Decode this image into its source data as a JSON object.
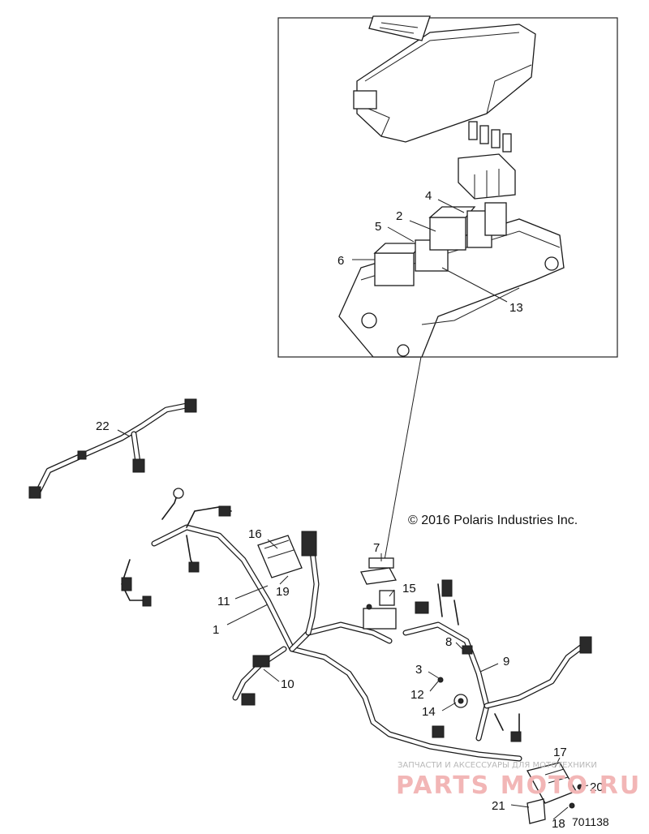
{
  "callouts": {
    "c1": "1",
    "c2": "2",
    "c3": "3",
    "c4": "4",
    "c5": "5",
    "c6": "6",
    "c7": "7",
    "c8": "8",
    "c9": "9",
    "c10": "10",
    "c11": "11",
    "c12": "12",
    "c13": "13",
    "c14": "14",
    "c15": "15",
    "c16": "16",
    "c17": "17",
    "c18": "18",
    "c19": "19",
    "c20": "20",
    "c21": "21",
    "c22": "22"
  },
  "copyright": "© 2016 Polaris Industries Inc.",
  "figure_number": "701138",
  "watermark": {
    "tagline": "ЗАПЧАСТИ И АКСЕССУАРЫ ДЛЯ МОТОТЕХНИКИ",
    "logo": "PARTS MOTO.RU"
  }
}
